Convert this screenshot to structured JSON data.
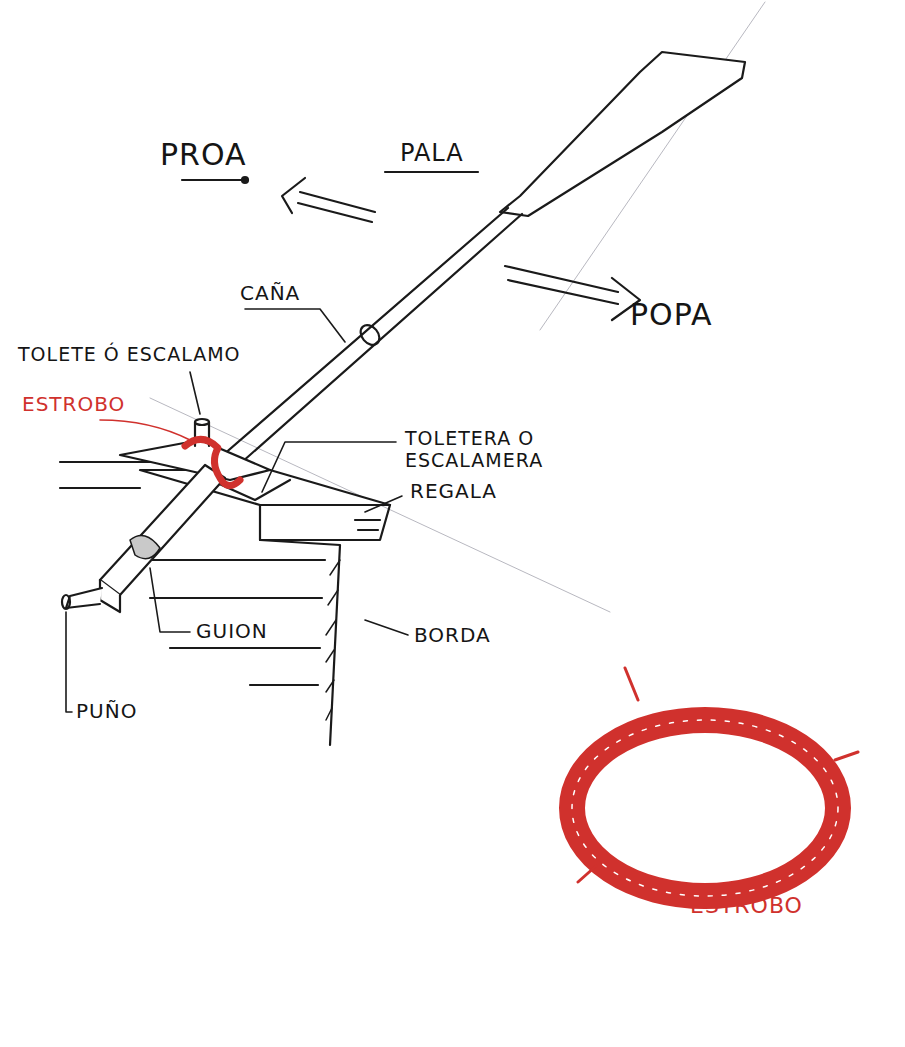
{
  "diagram": {
    "labels": [
      "PROA",
      "PALA",
      "POPA",
      "CAÑA",
      "TOLETE Ó ESCALAMO",
      "ESTROBO",
      "TOLETERA O ESCALAMERA",
      "REGALA",
      "BORDA",
      "GUION",
      "PUÑO",
      "ESTROBO"
    ]
  }
}
